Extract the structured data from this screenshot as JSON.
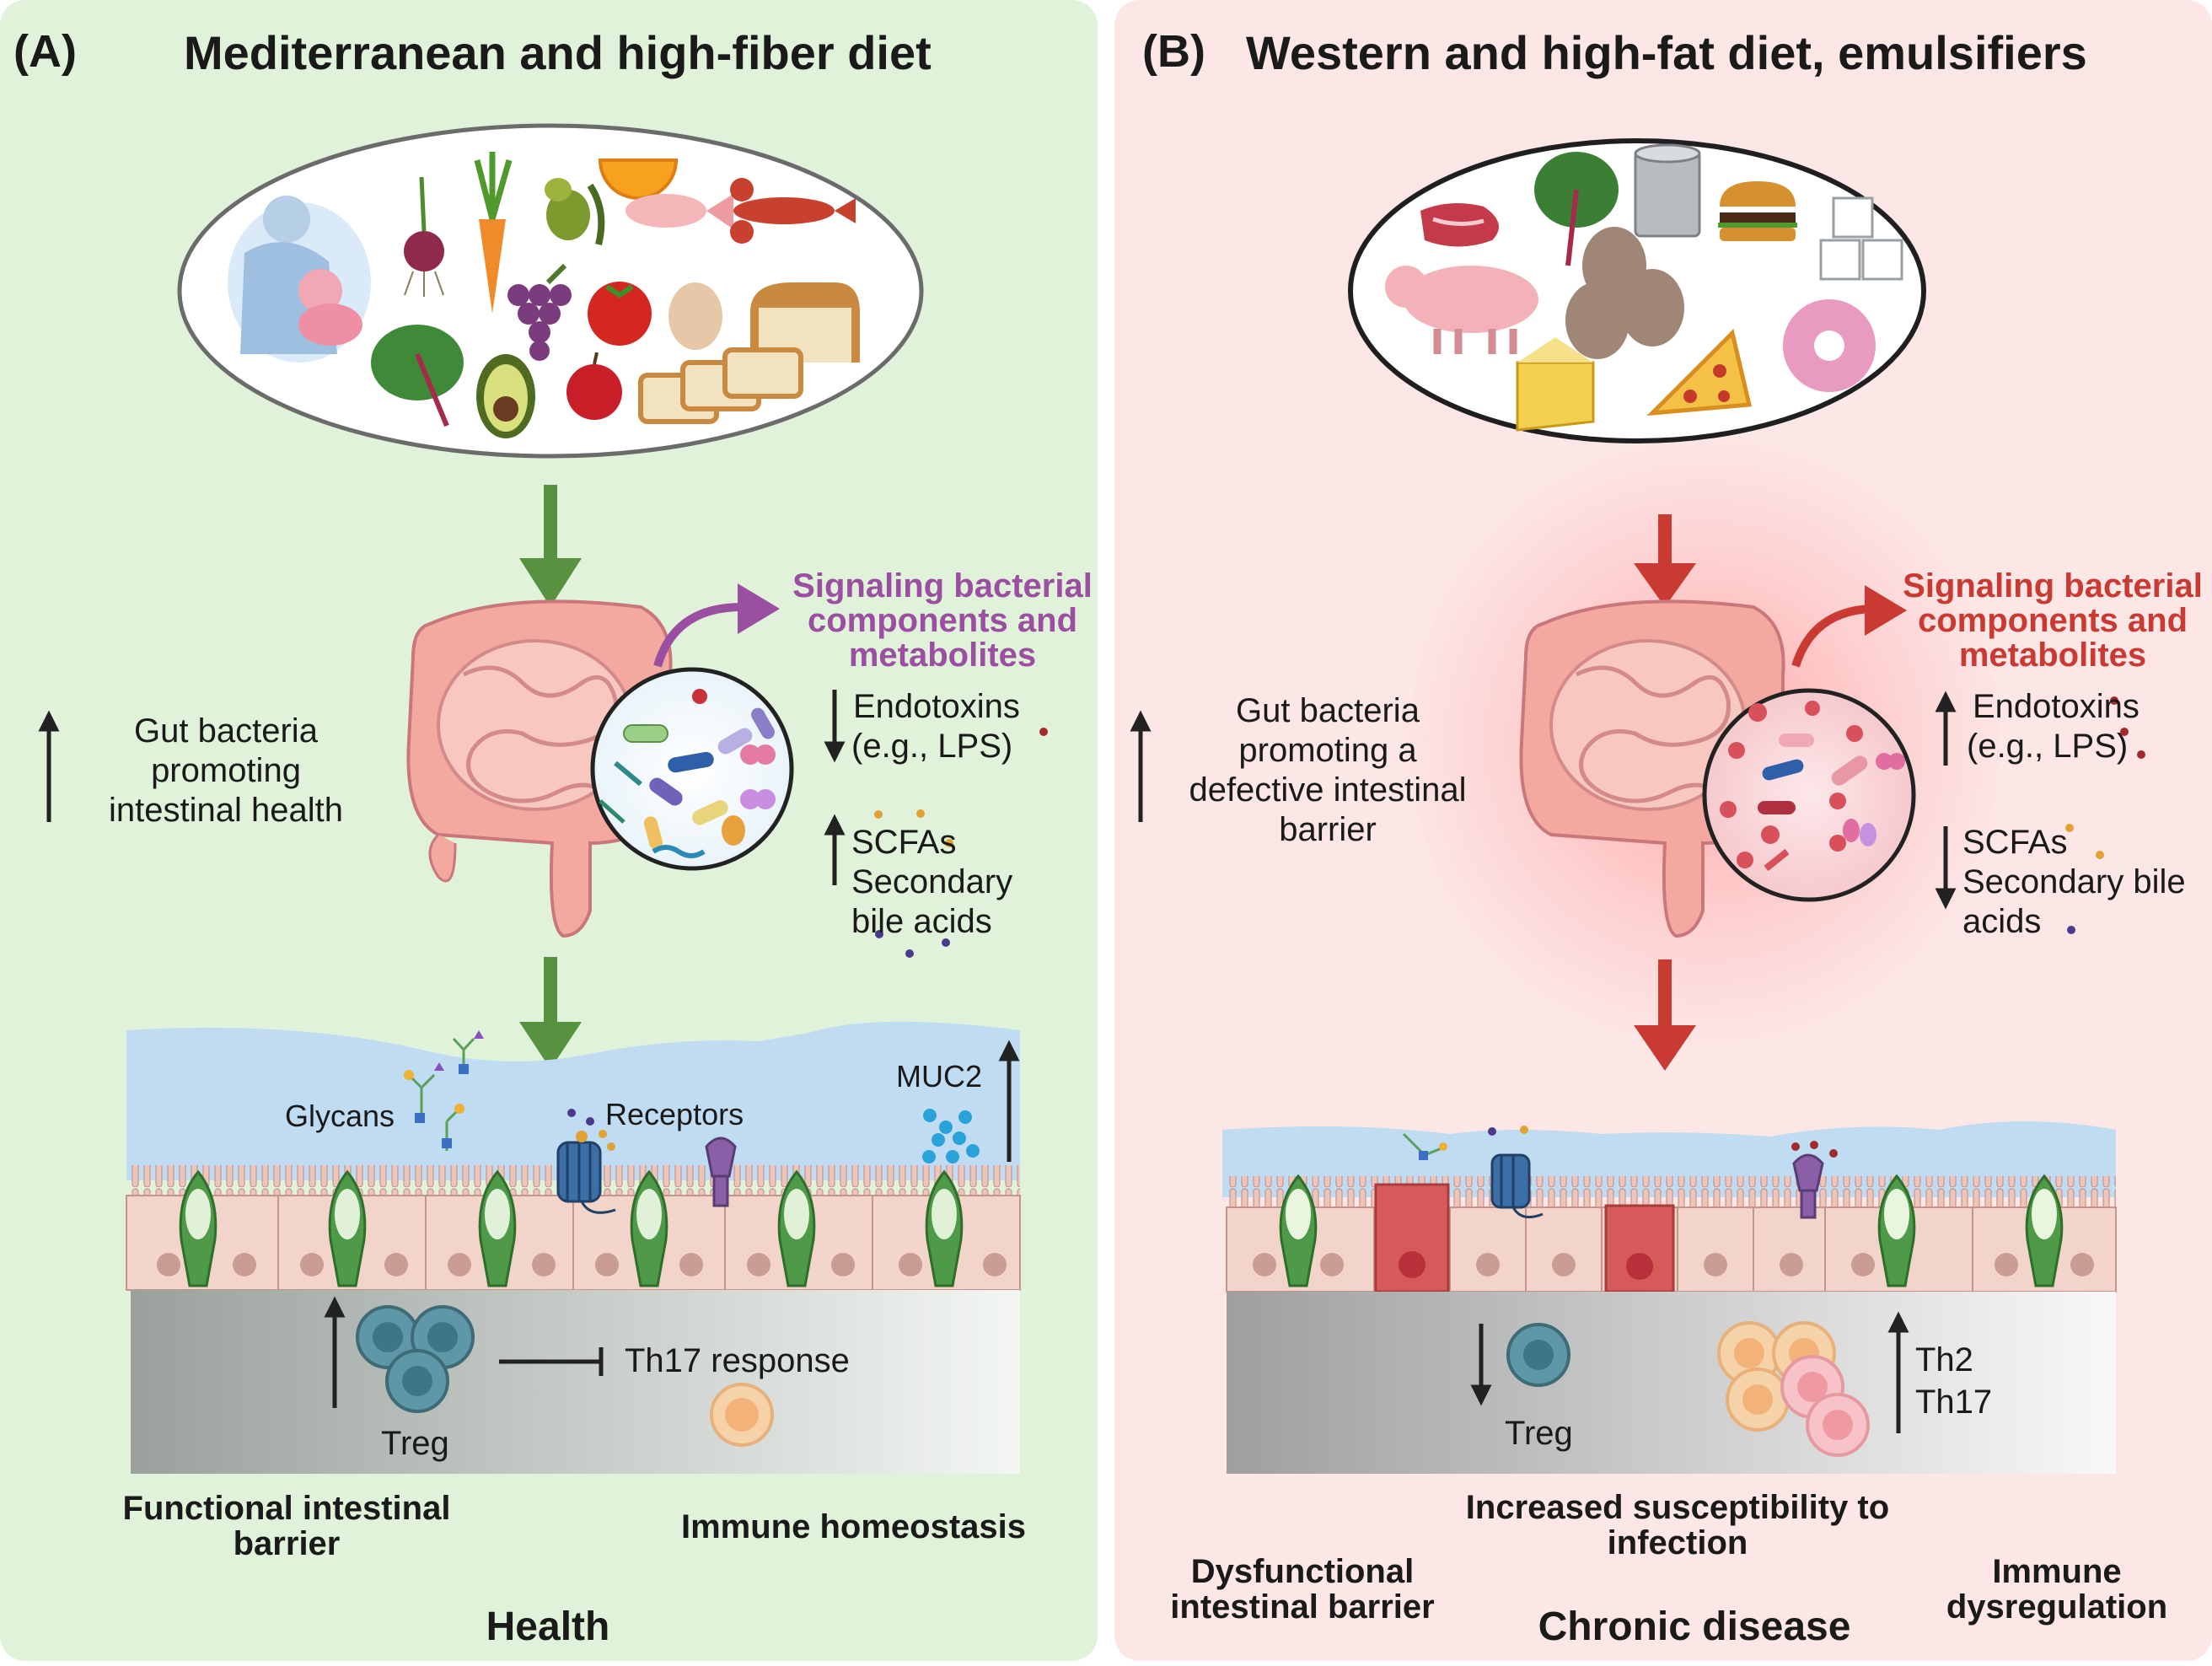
{
  "panel_a": {
    "letter": "(A)",
    "title": "Mediterranean and high-fiber diet",
    "bacteria_line1": "Gut bacteria",
    "bacteria_line2": "promoting",
    "bacteria_line3": "intestinal health",
    "signaling_line1": "Signaling bacterial",
    "signaling_line2": "components and",
    "signaling_line3": "metabolites",
    "endotoxins": "Endotoxins",
    "lps": "(e.g., LPS)",
    "scfas": "SCFAs",
    "secondary": "Secondary",
    "bile_acids": "bile acids",
    "glycans": "Glycans",
    "receptors": "Receptors",
    "muc2": "MUC2",
    "th17_response": "Th17 response",
    "treg": "Treg",
    "barrier_line1": "Functional intestinal",
    "barrier_line2": "barrier",
    "immune": "Immune homeostasis",
    "outcome": "Health"
  },
  "panel_b": {
    "letter": "(B)",
    "title": "Western and high-fat diet, emulsifiers",
    "bacteria_line1": "Gut bacteria",
    "bacteria_line2": "promoting a",
    "bacteria_line3": "defective intestinal",
    "bacteria_line4": "barrier",
    "signaling_line1": "Signaling bacterial",
    "signaling_line2": "components and",
    "signaling_line3": "metabolites",
    "endotoxins": "Endotoxins",
    "lps": "(e.g., LPS)",
    "scfas": "SCFAs",
    "secondary": "Secondary bile",
    "acids": "acids",
    "treg": "Treg",
    "th2": "Th2",
    "th17": "Th17",
    "infection_line1": "Increased susceptibility to",
    "infection_line2": "infection",
    "barrier_line1": "Dysfunctional",
    "barrier_line2": "intestinal barrier",
    "immune_line1": "Immune",
    "immune_line2": "dysregulation",
    "outcome": "Chronic disease"
  },
  "colors": {
    "panel_a_bg": "#e1f2da",
    "panel_b_bg": "#fde6e6",
    "green_arrow": "#58913f",
    "red_arrow": "#c93a32",
    "signal_purple": "#9a4fa0",
    "signal_red": "#c93a32",
    "mucus_blue": "#bfdcf2",
    "goblet_green": "#4f9a48"
  }
}
